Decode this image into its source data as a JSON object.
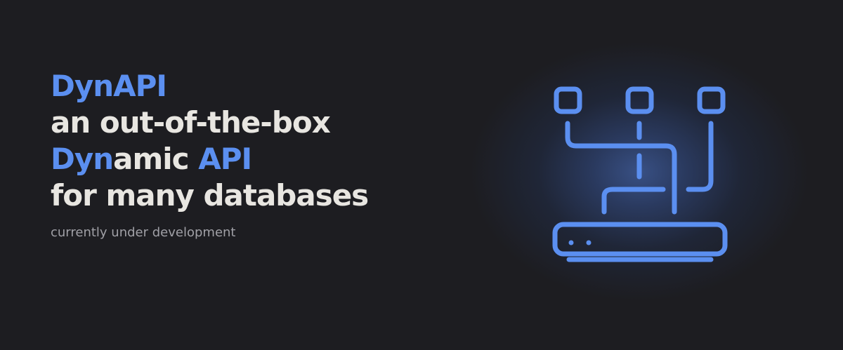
{
  "headline": {
    "line1": {
      "accent": "DynAPI"
    },
    "line2": {
      "text": "an out-of-the-box"
    },
    "line3": {
      "accent_a": "Dyn",
      "text": "amic ",
      "accent_b": "API"
    },
    "line4": {
      "text": "for many databases"
    }
  },
  "subtitle": "currently under development",
  "colors": {
    "background": "#1d1d21",
    "accent": "#5b8ff0",
    "text": "#e8e6e1",
    "muted": "#a0a0a6",
    "glow": "#395186"
  },
  "icons": {
    "illustration": "database-server-network-icon"
  }
}
